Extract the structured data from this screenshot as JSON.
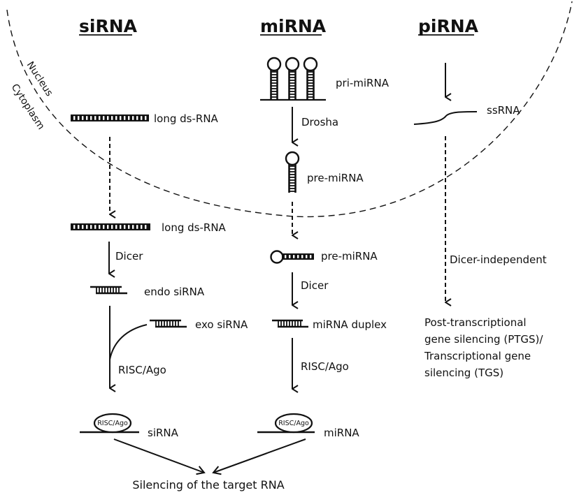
{
  "columns": {
    "sirna": {
      "header": "siRNA",
      "long_dsrna_nucleus": "long ds-RNA",
      "long_dsrna_cytoplasm": "long ds-RNA",
      "dicer": "Dicer",
      "endo": "endo siRNA",
      "exo": "exo siRNA",
      "risc": "RISC/Ago",
      "complex_label": "RISC/Ago",
      "product": "siRNA"
    },
    "mirna": {
      "header": "miRNA",
      "pri": "pri-miRNA",
      "drosha": "Drosha",
      "pre_nucleus": "pre-miRNA",
      "pre_cytoplasm": "pre-miRNA",
      "dicer": "Dicer",
      "duplex": "miRNA duplex",
      "risc": "RISC/Ago",
      "complex_label": "RISC/Ago",
      "product": "miRNA"
    },
    "pirna": {
      "header": "piRNA",
      "ssrna": "ssRNA",
      "dicer_independent": "Dicer-independent",
      "outcome_lines": [
        "Post-transcriptional",
        "gene silencing (PTGS)/",
        "Transcriptional gene",
        "silencing (TGS)"
      ]
    }
  },
  "compartments": {
    "nucleus": "Nucleus",
    "cytoplasm": "Cytoplasm"
  },
  "final_outcome": "Silencing of the target RNA"
}
